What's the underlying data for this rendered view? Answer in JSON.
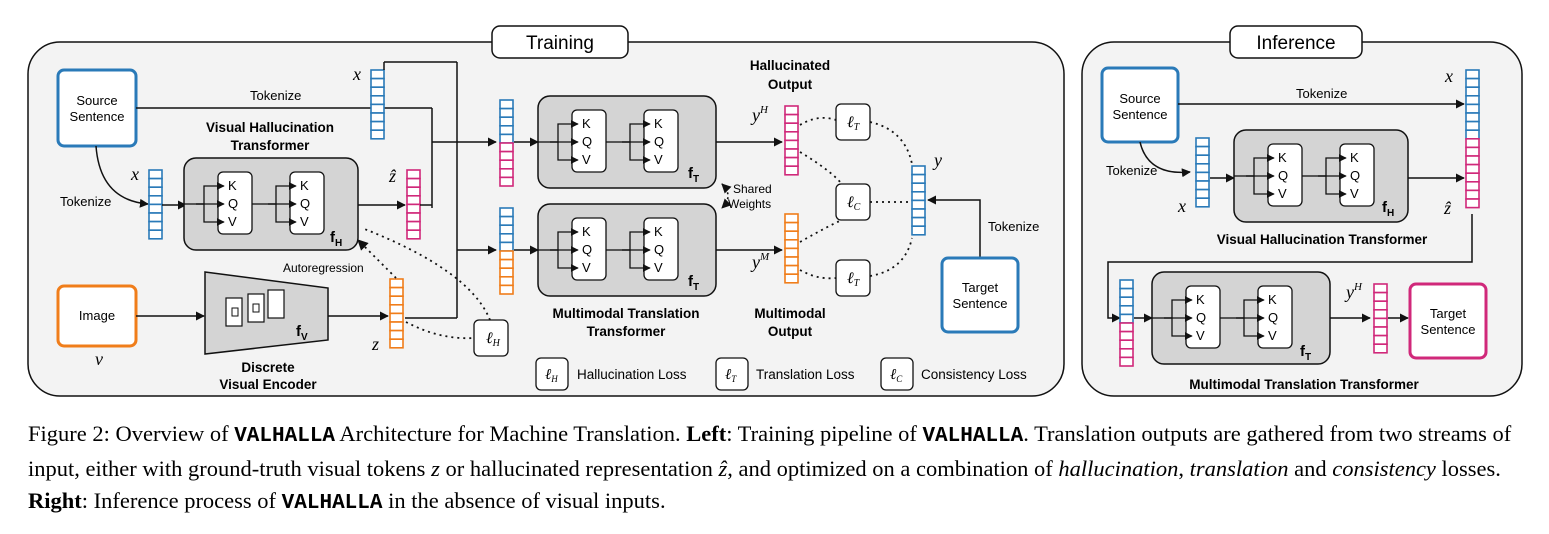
{
  "training": {
    "title": "Training",
    "source_sentence": [
      "Source",
      "Sentence"
    ],
    "image": "Image",
    "image_var": "v",
    "tokenize_top": "Tokenize",
    "tokenize_left": "Tokenize",
    "x_top": "x",
    "x_left": "x",
    "vht_label": [
      "Visual Hallucination",
      "Transformer"
    ],
    "f_h": "f",
    "f_h_sub": "H",
    "f_t": "f",
    "f_t_sub": "T",
    "f_v": "f",
    "f_v_sub": "V",
    "z_hat": "ẑ",
    "z": "z",
    "autoregression": "Autoregression",
    "encoder_label": [
      "Discrete",
      "Visual Encoder"
    ],
    "hallucinated_output": [
      "Hallucinated",
      "Output"
    ],
    "multimodal_output": [
      "Multimodal",
      "Output"
    ],
    "mmt_label": [
      "Multimodal Translation",
      "Transformer"
    ],
    "shared_weights": [
      "Shared",
      "Weights"
    ],
    "y_h": "y",
    "y_h_sup": "H",
    "y_m": "y",
    "y_m_sup": "M",
    "y": "y",
    "tokenize_target": "Tokenize",
    "target_sentence": [
      "Target",
      "Sentence"
    ],
    "loss_t": "T",
    "loss_c": "C",
    "loss_h": "H",
    "kqv": [
      "K",
      "Q",
      "V"
    ],
    "legend": {
      "hallucination": "Hallucination Loss",
      "translation": "Translation Loss",
      "consistency": "Consistency Loss"
    }
  },
  "inference": {
    "title": "Inference",
    "source_sentence": [
      "Source",
      "Sentence"
    ],
    "tokenize_top": "Tokenize",
    "tokenize_left": "Tokenize",
    "x_top": "x",
    "x_left": "x",
    "z_hat": "ẑ",
    "vht_label": "Visual Hallucination Transformer",
    "mmt_label": "Multimodal Translation Transformer",
    "y_h": "y",
    "y_h_sup": "H",
    "target_sentence": [
      "Target",
      "Sentence"
    ]
  },
  "caption": {
    "prefix": "Figure 2: Overview of ",
    "name": "VALHALLA",
    "p1": " Architecture for Machine Translation. ",
    "left": "Left",
    "p2": ": Training pipeline of ",
    "p3": ". Translation outputs are gathered from two streams of input, either with ground-truth visual tokens ",
    "z": "z",
    "p4": " or hallucinated representation ",
    "zhat": "ẑ",
    "p5": ", and optimized on a combination of ",
    "hallucination": "hallucination",
    "comma": ", ",
    "translation": "translation",
    "and": " and ",
    "consistency": "consistency",
    "p6": " losses. ",
    "right": "Right",
    "p7": ": Inference process of ",
    "p8": " in the absence of visual inputs."
  },
  "colors": {
    "blue": "#2a7ab8",
    "pink": "#d0287a",
    "orange": "#f07d1a",
    "panel_bg": "#f3f3f3",
    "block_bg": "#d4d4d4"
  }
}
